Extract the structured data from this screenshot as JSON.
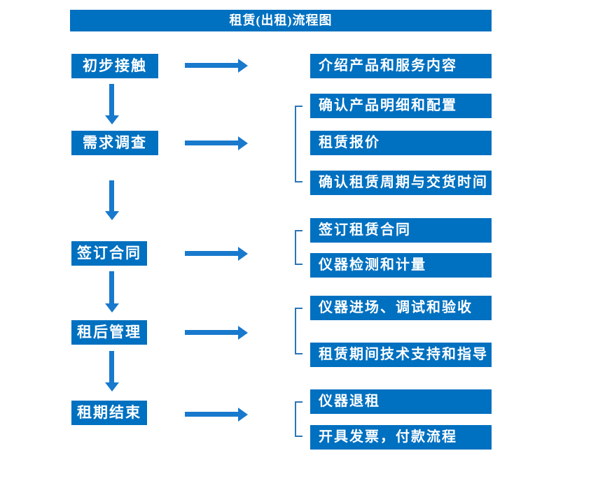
{
  "title": "租赁(出租)流程图",
  "colors": {
    "box_blue": "#0070C0",
    "arrow_blue": "#1879CD",
    "bracket_blue": "#2E75B6",
    "text_white": "#FFFFFF"
  },
  "left_steps": [
    {
      "label": "初步接触"
    },
    {
      "label": "需求调查"
    },
    {
      "label": "签订合同"
    },
    {
      "label": "租后管理"
    },
    {
      "label": "租期结束"
    }
  ],
  "right_groups": [
    {
      "items": [
        "介绍产品和服务内容"
      ]
    },
    {
      "items": [
        "确认产品明细和配置",
        "租赁报价",
        "确认租赁周期与交货时间"
      ]
    },
    {
      "items": [
        "签订租赁合同",
        "仪器检测和计量"
      ]
    },
    {
      "items": [
        "仪器进场、调试和验收",
        "租赁期间技术支持和指导"
      ]
    },
    {
      "items": [
        "仪器退租",
        "开具发票，付款流程"
      ]
    }
  ]
}
